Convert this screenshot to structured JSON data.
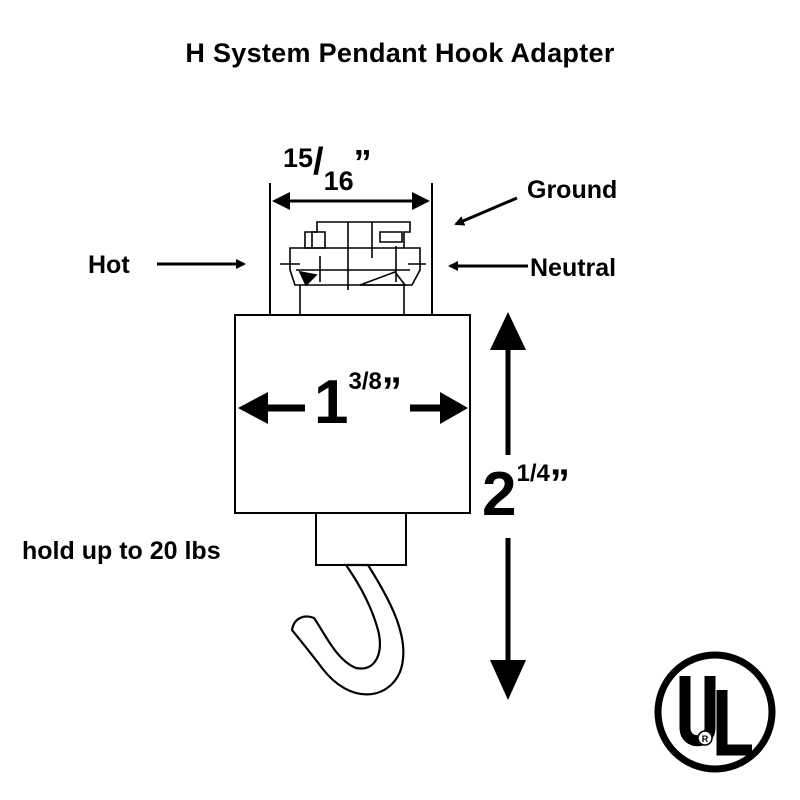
{
  "title": "H System Pendant Hook Adapter",
  "labels": {
    "ground": "Ground",
    "hot": "Hot",
    "neutral": "Neutral",
    "capacity": "hold up to 20 lbs"
  },
  "dimensions": {
    "top_width": {
      "whole": "",
      "numerator": "15",
      "denominator": "16",
      "quote": "”"
    },
    "body_width": {
      "whole": "1",
      "fraction": "3/8",
      "quote": "”"
    },
    "height": {
      "whole": "2",
      "fraction": "1/4",
      "quote": "”"
    }
  },
  "logo": {
    "text": "UL",
    "mark": "R"
  }
}
